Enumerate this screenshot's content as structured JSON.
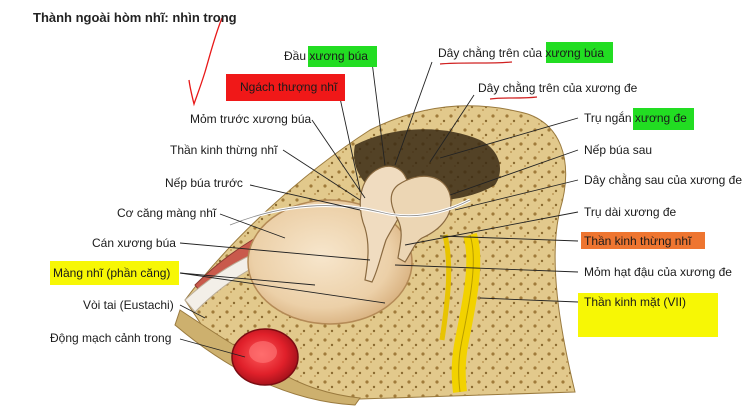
{
  "title": "Thành ngoài hòm nhĩ: nhìn trong",
  "labels": {
    "dau_xuong_bua_a": "Đầu ",
    "dau_xuong_bua_b": "xương búa",
    "ngach_thuong_nhi": "Ngách thượng nhĩ",
    "mom_truoc_xuong_bua": "Mỏm trước xương búa",
    "than_kinh_thung_nhi_left": "Thần kinh thừng nhĩ",
    "nep_bua_truoc": "Nếp búa trước",
    "co_cang_mang_nhi": "Cơ căng màng nhĩ",
    "can_xuong_bua": "Cán xương búa",
    "mang_nhi": "Màng nhĩ (phần căng)",
    "voi_tai": "Vòi tai (Eustachi)",
    "dong_mach_canh_trong": "Động mạch cảnh trong",
    "day_chang_tren_xb_a": "Dây chằng trên của ",
    "day_chang_tren_xb_b": "xương búa",
    "day_chang_tren_xd": "Dây chằng trên của xương đe",
    "tru_ngan_a": "Trụ ngắn ",
    "tru_ngan_b": "xương đe",
    "nep_bua_sau": "Nếp búa sau",
    "day_chang_sau_xd": "Dây chằng sau của xương đe",
    "tru_dai_xuong_de": "Trụ dài xương đe",
    "than_kinh_thung_nhi_right": "Thần kinh thừng nhĩ",
    "mom_hat_dau": "Mỏm hạt đậu của xương đe",
    "than_kinh_mat": "Thần kinh mặt (VII)"
  },
  "colors": {
    "green": "#22dd22",
    "red": "#f01818",
    "orange": "#ee7530",
    "yellow": "#f7f705",
    "bone": "#e2c98c",
    "tympanic_membrane": "#f2d9b6",
    "facial_nerve": "#f2d200",
    "artery": "#d8202a"
  }
}
